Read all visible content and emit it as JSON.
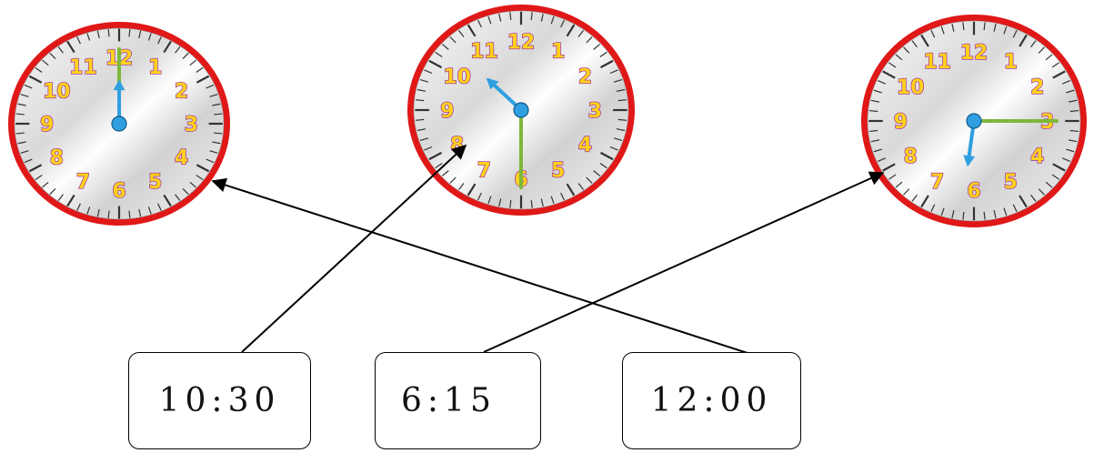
{
  "clocks": [
    {
      "hour": 12,
      "minute": 0
    },
    {
      "hour": 10,
      "minute": 30
    },
    {
      "hour": 6,
      "minute": 15
    }
  ],
  "time_boxes": [
    {
      "label": "10:30"
    },
    {
      "label": "6:15"
    },
    {
      "label": "12:00"
    }
  ],
  "connections": [
    {
      "from_box": "10:30",
      "to_clock": 2
    },
    {
      "from_box": "6:15",
      "to_clock": 3
    },
    {
      "from_box": "12:00",
      "to_clock": 1
    }
  ],
  "colors": {
    "rim": "#e01818",
    "numerals": "#ffd21a",
    "numeral_outline": "#9b1fa8",
    "hour_hand": "#2f9fe0",
    "minute_hand": "#7db83a",
    "center_dot": "#2f9fe0",
    "arrow": "#000000"
  }
}
